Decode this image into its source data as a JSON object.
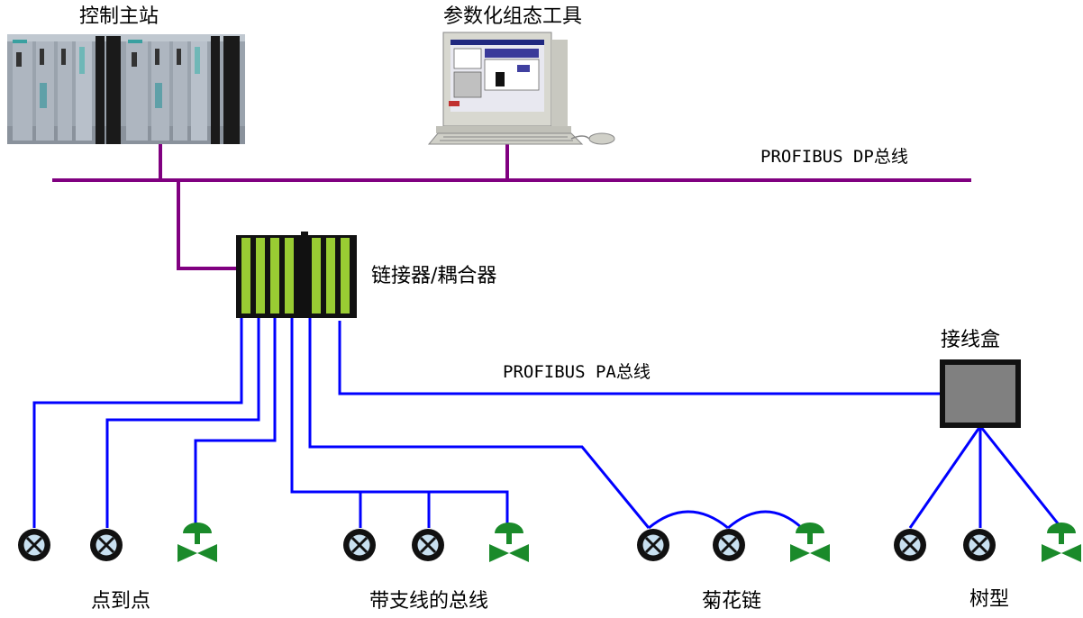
{
  "labels": {
    "master": "控制主站",
    "tool": "参数化组态工具",
    "dp_bus": "PROFIBUS DP总线",
    "coupler": "链接器/耦合器",
    "pa_bus": "PROFIBUS PA总线",
    "junction_box": "接线盒",
    "topo_point": "点到点",
    "topo_branch": "带支线的总线",
    "topo_daisy": "菊花链",
    "topo_tree": "树型"
  },
  "colors": {
    "dp_bus": "#800080",
    "pa_bus": "#0000ff",
    "coupler_bar": "#99cc33",
    "valve": "#1a8a2a",
    "sensor_fill": "#c8e0f0",
    "junction_fill": "#808080"
  },
  "icons": {
    "sensor": "circle-x-icon",
    "valve": "valve-icon",
    "plc": "plc-rack-icon",
    "computer": "computer-icon"
  }
}
